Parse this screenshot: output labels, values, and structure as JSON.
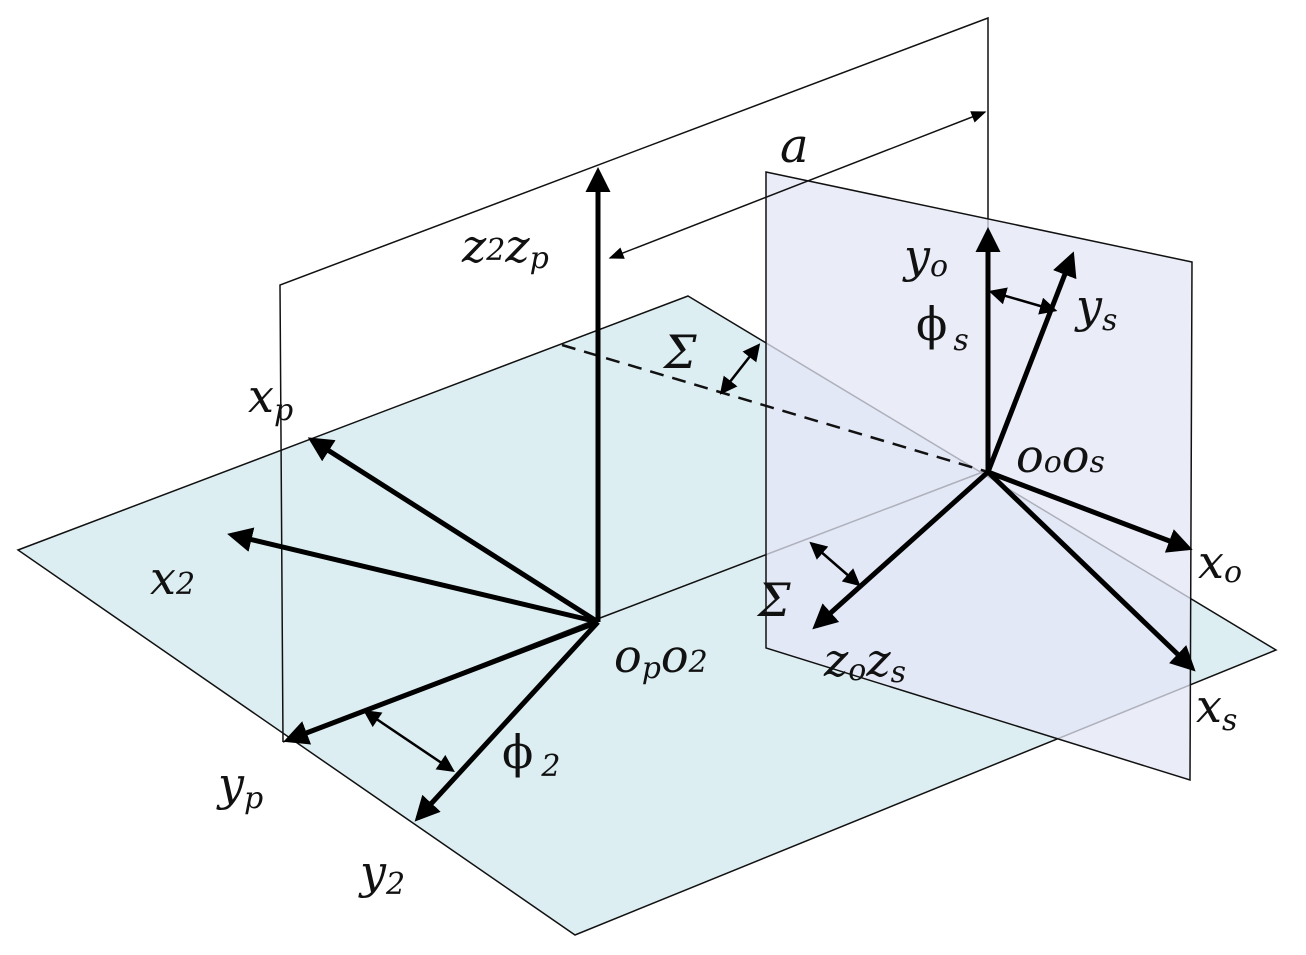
{
  "diagram": {
    "labels": {
      "a": "a",
      "z2": "z",
      "z2_sub": "2",
      "zp": "z",
      "zp_sub": "p",
      "xp": "x",
      "xp_sub": "p",
      "x2": "x",
      "x2_sub": "2",
      "yp": "y",
      "yp_sub": "p",
      "y2": "y",
      "y2_sub": "2",
      "op": "o",
      "op_sub": "p",
      "o2": "o",
      "o2_sub": "2",
      "phi2": "ϕ",
      "phi2_sub": "2",
      "sigma_top": "Σ",
      "sigma_bottom": "Σ",
      "yo": "y",
      "yo_sub": "o",
      "ys": "y",
      "ys_sub": "s",
      "phis": "ϕ",
      "phis_sub": "s",
      "oo": "o",
      "oo_sub": "o",
      "os": "o",
      "os_sub": "s",
      "xo": "x",
      "xo_sub": "o",
      "xs": "x",
      "xs_sub": "s",
      "zo": "z",
      "zo_sub": "o",
      "zs": "z",
      "zs_sub": "s"
    },
    "colors": {
      "horizontal_plane": "#ddeef2",
      "vertical_plane": "#e3e6f6",
      "line": "#111111",
      "arrow": "#000000"
    }
  }
}
